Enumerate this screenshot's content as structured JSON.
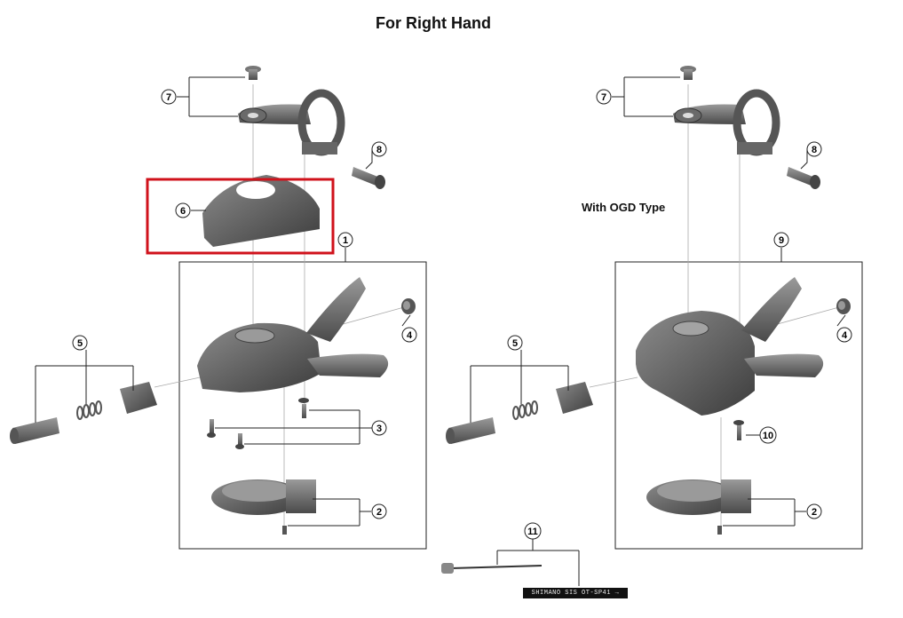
{
  "title": "For Right Hand",
  "ogd_label": "With OGD Type",
  "cable_label": "SHIMANO SIS  OT-SP41 →",
  "highlight_color": "#d0121b",
  "callouts": {
    "left": {
      "c1": "1",
      "c2": "2",
      "c3": "3",
      "c4": "4",
      "c5": "5",
      "c6": "6",
      "c7": "7",
      "c8": "8"
    },
    "right": {
      "c2": "2",
      "c4": "4",
      "c5": "5",
      "c7": "7",
      "c8": "8",
      "c9": "9",
      "c10": "10",
      "c11": "11"
    }
  }
}
